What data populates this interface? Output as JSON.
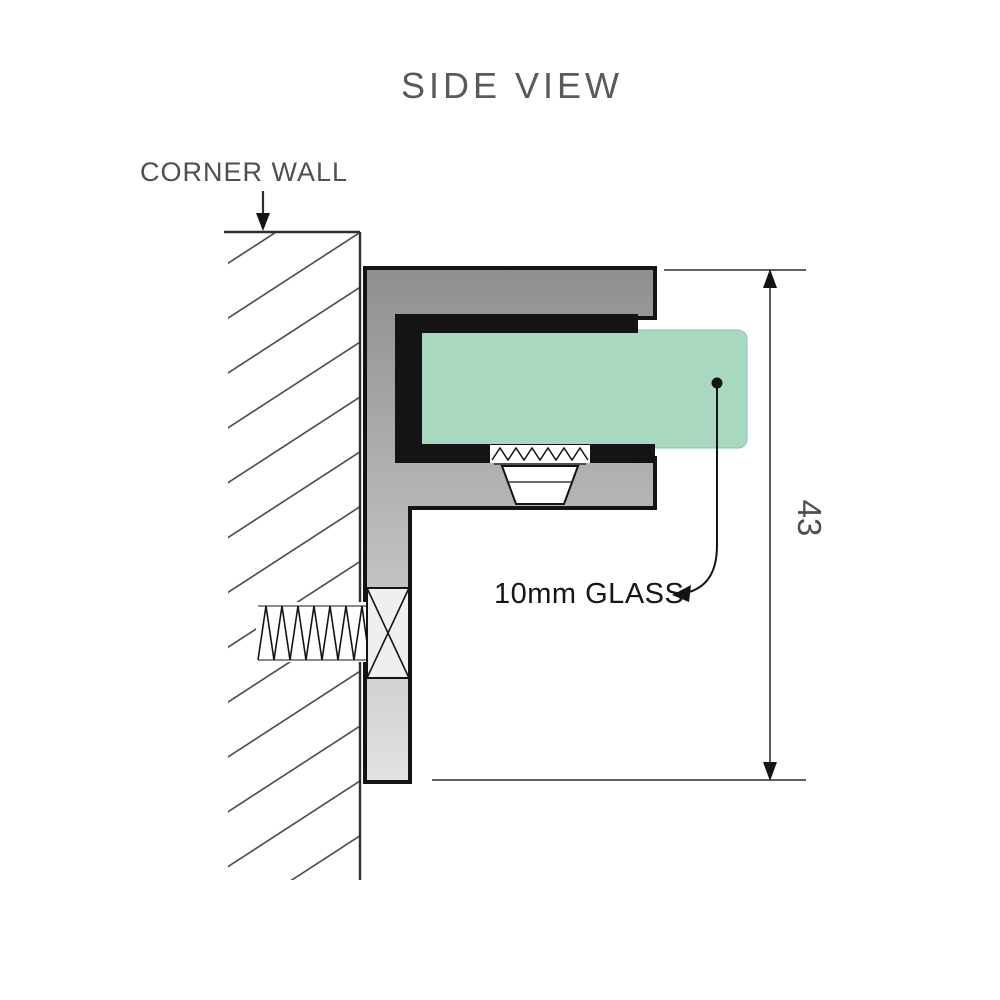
{
  "diagram": {
    "title": "SIDE VIEW",
    "corner_wall_label": "CORNER WALL",
    "glass_label": "10mm GLASS",
    "dimension_value": "43",
    "colors": {
      "glass_green": "#a8d9c0",
      "bracket_dark": "#8f8f8f",
      "bracket_light": "#e2e2e2",
      "outline_black": "#141414",
      "label_gray": "#4f4f4f",
      "title_gray": "#5a5a5a"
    }
  }
}
